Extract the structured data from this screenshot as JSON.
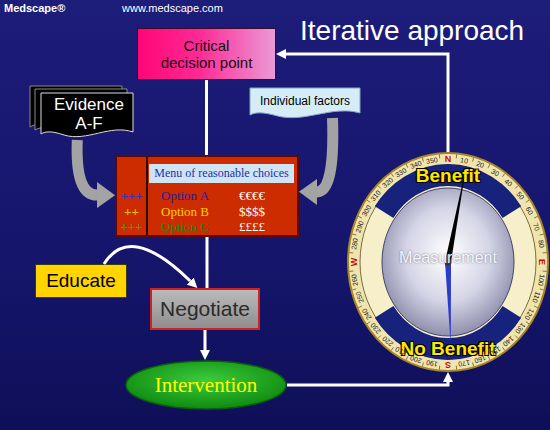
{
  "diagram": {
    "title": "Iterative approach",
    "nodes": [
      {
        "text": [
          "Critical decision point"
        ]
      },
      {
        "text": [
          "Evidence A-F"
        ]
      },
      {
        "text": [
          "Individual factors"
        ]
      },
      {
        "text": [
          "Menu of reasonable choices",
          "+++",
          "Option A",
          "€€€€",
          "++",
          "Option B",
          "$$$$",
          "+++",
          "Option C",
          "££££"
        ]
      },
      {
        "text": [
          "Educate"
        ]
      },
      {
        "text": [
          "Negotiate"
        ]
      },
      {
        "text": [
          "Intervention"
        ]
      },
      {
        "text": [
          "Benefit",
          "Measurement",
          "No Benefit"
        ]
      }
    ],
    "edges": [
      {
        "from": 0,
        "to": 3,
        "arrow": "none"
      },
      {
        "from": 1,
        "to": 3,
        "arrow": "to"
      },
      {
        "from": 2,
        "to": 3,
        "arrow": "to"
      },
      {
        "from": 3,
        "to": 5,
        "arrow": "none"
      },
      {
        "from": 4,
        "to": 5,
        "arrow": "to"
      },
      {
        "from": 5,
        "to": 6,
        "arrow": "to"
      },
      {
        "from": 6,
        "to": 7,
        "arrow": "to"
      },
      {
        "from": 7,
        "to": 0,
        "arrow": "to"
      }
    ],
    "labels": [
      "Medscape®",
      "www.medscape.com",
      "N",
      "10",
      "20",
      "30",
      "40",
      "50",
      "60",
      "70",
      "80",
      "E",
      "100",
      "110",
      "120",
      "130",
      "140",
      "150",
      "160",
      "170",
      "S",
      "190",
      "200",
      "210",
      "220",
      "230",
      "240",
      "250",
      "260",
      "W",
      "280",
      "290",
      "300",
      "310",
      "320",
      "330",
      "340",
      "350"
    ]
  }
}
